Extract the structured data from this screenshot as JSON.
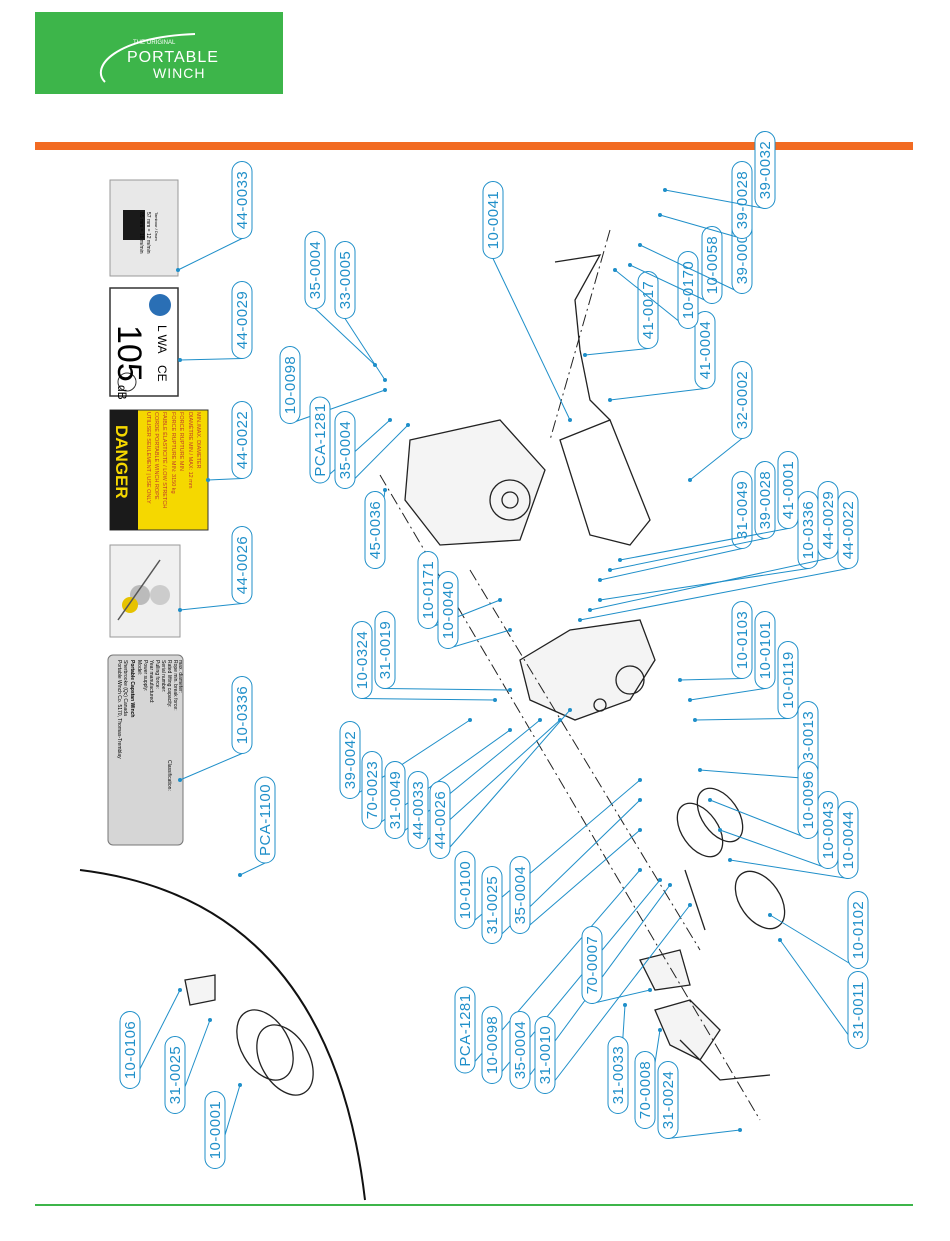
{
  "logo": {
    "top": "THE ORIGINAL",
    "line1": "PORTABLE",
    "line2": "WINCH"
  },
  "colors": {
    "brand_green": "#3db54a",
    "accent_orange": "#f26b22",
    "callout_blue": "#1f8fc9"
  },
  "labels": {
    "noise": {
      "text": "105",
      "unit": "dB",
      "lwa": "L WA",
      "ce": "CE"
    },
    "danger": {
      "title": "DANGER",
      "lines": [
        "UTILISER SEULEMENT | USE ONLY",
        "CORDE PORTABLE WINCH ROPE",
        "FAIBLE ÉLASTICITÉ / LOW STRETCH",
        "FORCE RUPTURE MIN: 3150 kg",
        "FORCE RUPTURE MIN",
        "DIAMÈTRE MIN / MAX: 12 mm",
        "MIN./MAX. DIAMETER"
      ]
    },
    "drum": {
      "title": "Tambour / Drum",
      "line1": "57 mm = 12 m/min",
      "line2": "85 mm = 18 m/min"
    },
    "nameplate": {
      "lines": [
        "Portable Winch Co. 5170, Thomas-Tremblay",
        "Sherbrooke (Qc) Canada",
        "Portable Capstan Winch",
        "Model:",
        "Power supply:",
        "Year manufactured:",
        "Pulling force:",
        "Serial number:",
        "Rated lifting capacity:",
        "Classification:",
        "Rope min. break force:",
        "max. diameter:"
      ]
    }
  },
  "callouts": [
    "44-0033",
    "44-0029",
    "44-0022",
    "44-0026",
    "10-0336",
    "PCA-1100",
    "35-0004",
    "33-0005",
    "10-0098",
    "PCA-1281",
    "35-0004",
    "45-0036",
    "10-0041",
    "41-0017",
    "41-0004",
    "32-0002",
    "10-0170",
    "10-0058",
    "39-0005",
    "39-0028",
    "39-0032",
    "31-0049",
    "39-0028",
    "41-0001",
    "10-0336",
    "44-0029",
    "44-0022",
    "10-0171",
    "10-0040",
    "31-0019",
    "10-0324",
    "10-0103",
    "10-0101",
    "10-0119",
    "43-0013",
    "10-0096",
    "10-0043",
    "10-0044",
    "10-0102",
    "31-0011",
    "39-0042",
    "70-0023",
    "31-0049",
    "44-0033",
    "44-0026",
    "10-0100",
    "31-0025",
    "35-0004",
    "PCA-1281",
    "10-0098",
    "35-0004",
    "31-0010",
    "70-0007",
    "31-0033",
    "70-0008",
    "31-0024",
    "10-0106",
    "31-0025",
    "10-0001"
  ]
}
